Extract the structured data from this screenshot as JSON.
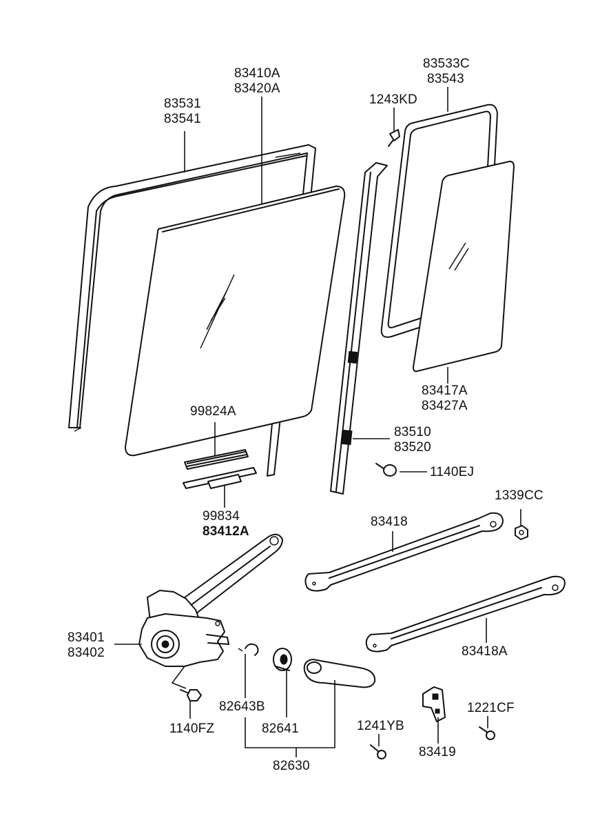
{
  "diagram": {
    "labels": {
      "p83531": "83531",
      "p83541": "83541",
      "p83410A": "83410A",
      "p83420A": "83420A",
      "p1243KD": "1243KD",
      "p83533C": "83533C",
      "p83543": "83543",
      "p83417A": "83417A",
      "p83427A": "83427A",
      "p99824A": "99824A",
      "p83510": "83510",
      "p83520": "83520",
      "p1140EJ": "1140EJ",
      "p99834": "99834",
      "p83412A": "83412A",
      "p1339CC": "1339CC",
      "p83418": "83418",
      "p83401": "83401",
      "p83402": "83402",
      "p83418A": "83418A",
      "p82643B": "82643B",
      "p1221CF": "1221CF",
      "p1241YB": "1241YB",
      "p1140FZ": "1140FZ",
      "p82641": "82641",
      "p83419": "83419",
      "p82630": "82630"
    }
  }
}
